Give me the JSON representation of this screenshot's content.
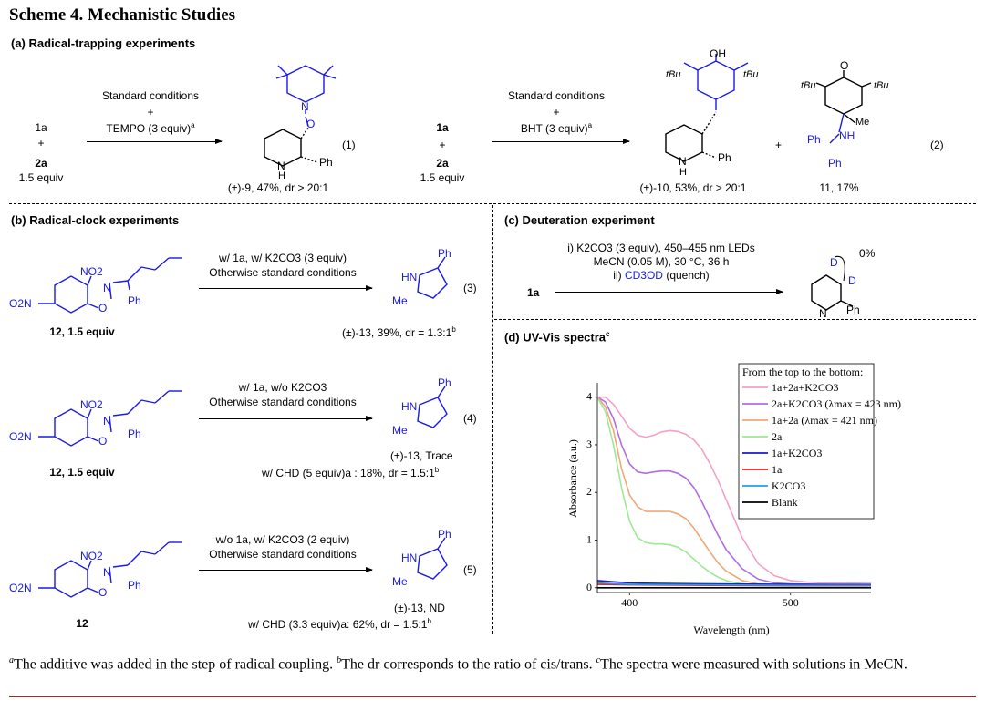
{
  "title": "Scheme 4. Mechanistic Studies",
  "sections": {
    "a": "(a) Radical-trapping experiments",
    "b": "(b) Radical-clock experiments",
    "c": "(c) Deuteration experiment",
    "d": "(d) UV-Vis spectra"
  },
  "sec_a": {
    "r1_reactant1": "1a",
    "plus": "+",
    "r1_reactant2": "2a",
    "r1_equiv": "1.5 equiv",
    "r1_cond1": "Standard conditions",
    "r1_cond_plus": "+",
    "r1_cond2": "TEMPO (3 equiv)",
    "r1_cond2_sup": "a",
    "r1_product": "(±)-9, 47%, dr > 20:1",
    "r1_num": "(1)",
    "r2_reactant1": "1a",
    "r2_reactant2": "2a",
    "r2_equiv": "1.5 equiv",
    "r2_cond1": "Standard conditions",
    "r2_cond2": "BHT (3 equiv)",
    "r2_cond2_sup": "a",
    "r2_product1": "(±)-10, 53%, dr > 20:1",
    "r2_product2": "11, 17%",
    "r2_num": "(2)"
  },
  "sec_b": {
    "r3_cond1": "w/ 1a, w/ K2CO3 (3 equiv)",
    "r3_cond2": "Otherwise standard conditions",
    "r3_label": "12, 1.5 equiv",
    "r3_product": "(±)-13, 39%, dr = 1.3:1",
    "r3_sup": "b",
    "r3_num": "(3)",
    "r4_cond1": "w/ 1a, w/o K2CO3",
    "r4_cond2": "Otherwise standard conditions",
    "r4_label": "12, 1.5 equiv",
    "r4_product": "(±)-13, Trace",
    "r4_extra": "w/ CHD (5 equiv)a : 18%, dr = 1.5:1",
    "r4_sup": "b",
    "r4_num": "(4)",
    "r5_cond1": "w/o 1a, w/ K2CO3 (2 equiv)",
    "r5_cond2": "Otherwise standard conditions",
    "r5_label": "12",
    "r5_product": "(±)-13, ND",
    "r5_extra": "w/ CHD (3.3 equiv)a: 62%, dr = 1.5:1",
    "r5_sup": "b",
    "r5_num": "(5)"
  },
  "sec_c": {
    "cond1": "i) K2CO3 (3 equiv), 450–455 nm LEDs",
    "cond2": "MeCN (0.05 M), 30 °C, 36 h",
    "cond3_pre": "ii) ",
    "cond3_reagent": "CD3OD",
    "cond3_post": " (quench)",
    "reactant": "1a",
    "percent": "0%",
    "d_label": "D"
  },
  "chem_labels": {
    "no2": "NO2",
    "o2n": "O2N",
    "ph": "Ph",
    "hn": "HN",
    "me": "Me",
    "n": "N",
    "o": "O",
    "oh": "OH",
    "h": "H",
    "nh": "NH",
    "tbu": "tBu"
  },
  "footnote": {
    "a_mark": "a",
    "a_text": "The additive was added in the step of radical coupling. ",
    "b_mark": "b",
    "b_text": "The dr corresponds to the ratio of cis/trans. ",
    "c_mark": "c",
    "c_text": "The spectra were measured with solutions in MeCN."
  },
  "chart_data": {
    "type": "line",
    "title": "",
    "xlabel": "Wavelength (nm)",
    "ylabel": "Absorbance (a.u.)",
    "xlim": [
      380,
      550
    ],
    "ylim": [
      -0.1,
      4.3
    ],
    "xticks": [
      400,
      500
    ],
    "yticks": [
      0,
      1,
      2,
      3,
      4
    ],
    "legend_title": "From the top to the bottom:",
    "legend_placement": "top-right",
    "series": [
      {
        "name": "1a+2a+K2CO3",
        "color": "#f4a0c8",
        "x": [
          380,
          385,
          390,
          395,
          400,
          405,
          410,
          415,
          420,
          425,
          430,
          435,
          440,
          445,
          450,
          455,
          460,
          465,
          470,
          480,
          490,
          500,
          510,
          520,
          530,
          550
        ],
        "y": [
          4.0,
          4.0,
          3.85,
          3.6,
          3.35,
          3.2,
          3.16,
          3.2,
          3.27,
          3.3,
          3.28,
          3.22,
          3.1,
          2.9,
          2.6,
          2.25,
          1.85,
          1.45,
          1.05,
          0.5,
          0.25,
          0.15,
          0.12,
          0.1,
          0.1,
          0.09
        ]
      },
      {
        "name": "2a+K2CO3 (λmax = 423 nm)",
        "color": "#b06ee0",
        "x": [
          380,
          385,
          390,
          395,
          400,
          405,
          410,
          415,
          420,
          425,
          430,
          435,
          440,
          445,
          450,
          455,
          460,
          470,
          480,
          490,
          500,
          520,
          550
        ],
        "y": [
          4.0,
          3.9,
          3.55,
          3.0,
          2.6,
          2.43,
          2.4,
          2.43,
          2.45,
          2.45,
          2.4,
          2.3,
          2.1,
          1.8,
          1.45,
          1.1,
          0.8,
          0.4,
          0.18,
          0.1,
          0.08,
          0.07,
          0.07
        ]
      },
      {
        "name": "1a+2a (λmax = 421 nm)",
        "color": "#f0a878",
        "x": [
          380,
          385,
          390,
          395,
          400,
          405,
          410,
          415,
          420,
          425,
          430,
          435,
          440,
          445,
          450,
          455,
          460,
          470,
          480,
          490,
          500,
          520,
          550
        ],
        "y": [
          4.0,
          3.8,
          3.3,
          2.5,
          1.95,
          1.7,
          1.6,
          1.6,
          1.6,
          1.6,
          1.55,
          1.45,
          1.25,
          1.0,
          0.75,
          0.52,
          0.35,
          0.15,
          0.08,
          0.06,
          0.05,
          0.05,
          0.05
        ]
      },
      {
        "name": "2a",
        "color": "#9ee896",
        "x": [
          380,
          385,
          390,
          395,
          400,
          405,
          410,
          415,
          420,
          425,
          430,
          435,
          440,
          445,
          450,
          455,
          460,
          470,
          480,
          500,
          550
        ],
        "y": [
          4.0,
          3.7,
          3.0,
          2.1,
          1.4,
          1.05,
          0.95,
          0.92,
          0.92,
          0.9,
          0.85,
          0.75,
          0.6,
          0.45,
          0.32,
          0.22,
          0.15,
          0.08,
          0.06,
          0.05,
          0.05
        ]
      },
      {
        "name": "1a+K2CO3",
        "color": "#1a1ad0",
        "x": [
          380,
          400,
          420,
          450,
          500,
          550
        ],
        "y": [
          0.15,
          0.1,
          0.09,
          0.08,
          0.07,
          0.06
        ]
      },
      {
        "name": "1a",
        "color": "#e82020",
        "x": [
          380,
          400,
          450,
          500,
          550
        ],
        "y": [
          0.07,
          0.06,
          0.05,
          0.04,
          0.04
        ]
      },
      {
        "name": "K2CO3",
        "color": "#20a0e0",
        "x": [
          380,
          400,
          450,
          500,
          550
        ],
        "y": [
          0.1,
          0.07,
          0.06,
          0.05,
          0.05
        ]
      },
      {
        "name": "Blank",
        "color": "#000000",
        "x": [
          380,
          550
        ],
        "y": [
          0.0,
          0.0
        ]
      }
    ]
  }
}
